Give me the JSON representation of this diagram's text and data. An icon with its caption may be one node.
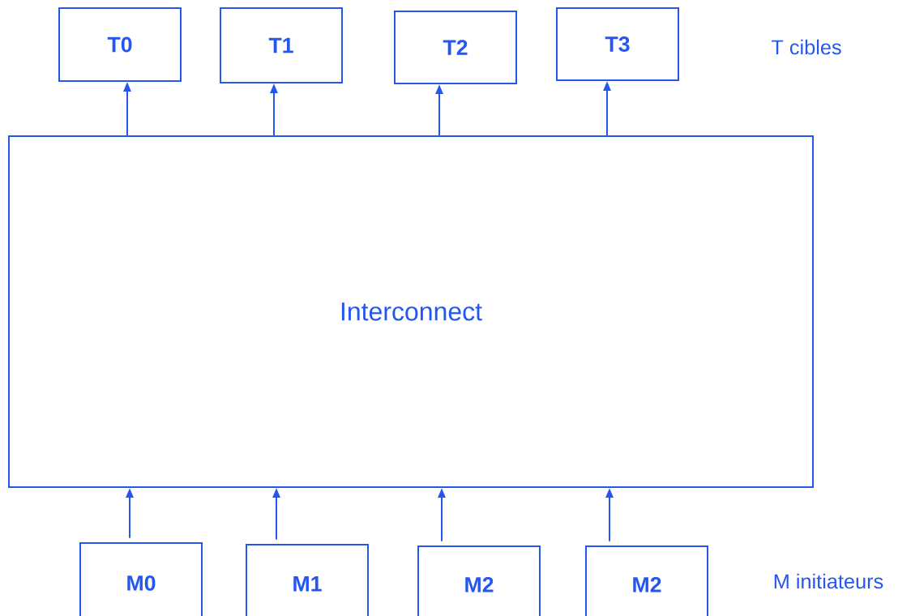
{
  "diagram": {
    "nodes": [
      {
        "text": [
          "T0"
        ]
      },
      {
        "text": [
          "T1"
        ]
      },
      {
        "text": [
          "T2"
        ]
      },
      {
        "text": [
          "T3"
        ]
      },
      {
        "text": [
          "Interconnect"
        ]
      },
      {
        "text": [
          "M0"
        ]
      },
      {
        "text": [
          "M1"
        ]
      },
      {
        "text": [
          "M2"
        ]
      },
      {
        "text": [
          "M2"
        ]
      }
    ],
    "edges": [
      {
        "from": 4,
        "to": 0,
        "arrow": "to"
      },
      {
        "from": 4,
        "to": 1,
        "arrow": "to"
      },
      {
        "from": 4,
        "to": 2,
        "arrow": "to"
      },
      {
        "from": 4,
        "to": 3,
        "arrow": "to"
      },
      {
        "from": 5,
        "to": 4,
        "arrow": "to"
      },
      {
        "from": 6,
        "to": 4,
        "arrow": "to"
      },
      {
        "from": 7,
        "to": 4,
        "arrow": "to"
      },
      {
        "from": 8,
        "to": 4,
        "arrow": "to"
      }
    ],
    "labels": [
      "T cibles",
      "M initiateurs"
    ]
  }
}
